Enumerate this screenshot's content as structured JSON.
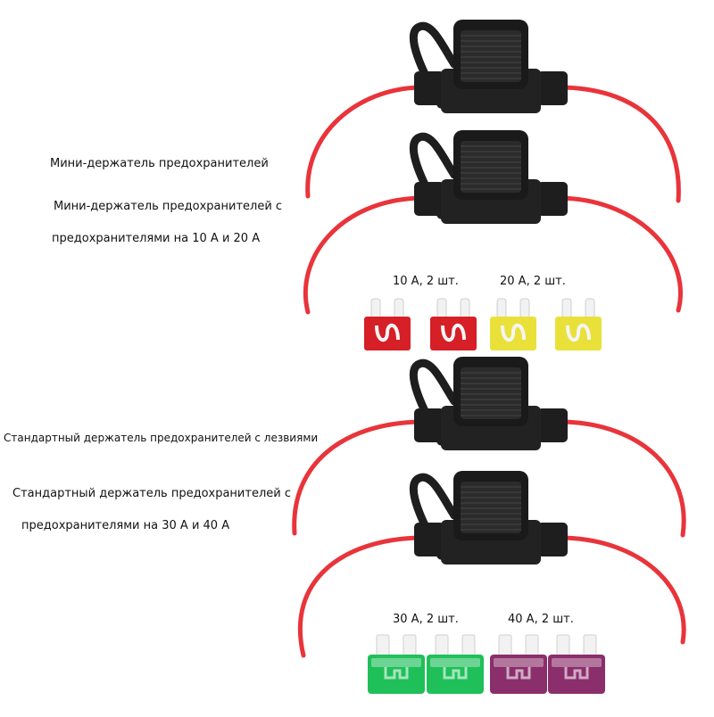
{
  "product": {
    "mini_holder": "Мини-держатель предохранителей",
    "mini_kit_line1": "Мини-держатель предохранителей с",
    "mini_kit_line2": "предохранителями на 10 А и 20 А",
    "std_holder": "Стандартный держатель предохранителей с лезвиями",
    "std_kit_line1": "Стандартный держатель предохранителей с",
    "std_kit_line2": "предохранителями на 30 А и 40 А"
  },
  "fuses": {
    "mini_10": "10 А, 2 шт.",
    "mini_20": "20 А, 2 шт.",
    "std_30": "30 А, 2 шт.",
    "std_40": "40 А, 2 шт."
  },
  "colors": {
    "wire": "#e8343a",
    "holder": "#1e1e1e",
    "fuse_10": "#d61f26",
    "fuse_20": "#e9e13a",
    "fuse_30": "#1fbf5a",
    "fuse_40": "#8a2f6b"
  }
}
